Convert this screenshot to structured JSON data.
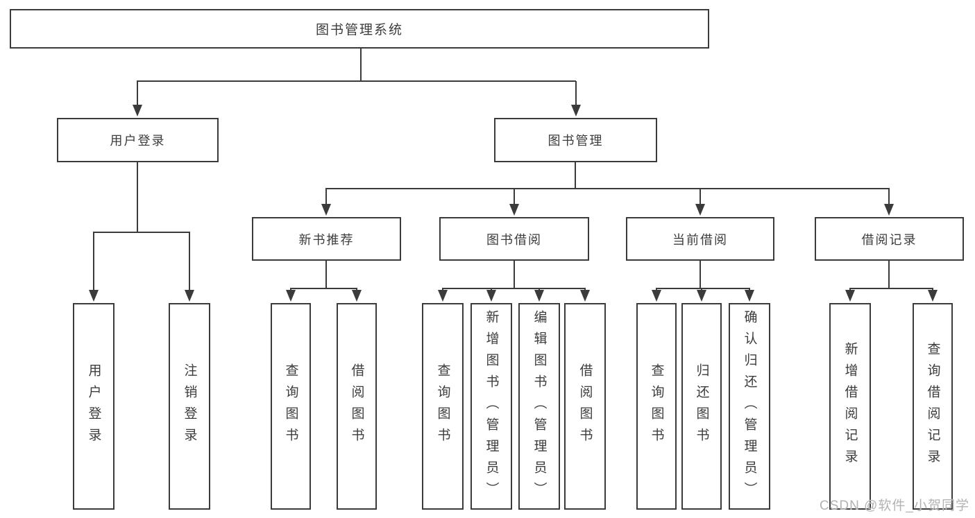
{
  "diagram_title": "图书管理系统",
  "tree": {
    "label": "图书管理系统",
    "children": [
      {
        "label": "用户登录",
        "children": [
          {
            "label": "用户登录"
          },
          {
            "label": "注销登录"
          }
        ]
      },
      {
        "label": "图书管理",
        "children": [
          {
            "label": "新书推荐",
            "children": [
              {
                "label": "查询图书"
              },
              {
                "label": "借阅图书"
              }
            ]
          },
          {
            "label": "图书借阅",
            "children": [
              {
                "label": "查询图书"
              },
              {
                "label": "新增图书（管理员）"
              },
              {
                "label": "编辑图书（管理员）"
              },
              {
                "label": "借阅图书"
              }
            ]
          },
          {
            "label": "当前借阅",
            "children": [
              {
                "label": "查询图书"
              },
              {
                "label": "归还图书"
              },
              {
                "label": "确认归还（管理员）"
              }
            ]
          },
          {
            "label": "借阅记录",
            "children": [
              {
                "label": "新增借阅记录"
              },
              {
                "label": "查询借阅记录"
              }
            ]
          }
        ]
      }
    ]
  },
  "watermark": {
    "text": "CSDN @软件_小贺同学"
  },
  "colors": {
    "line": "#3b3b3b",
    "box_border": "#3b3b3b",
    "text": "#3c3c3c",
    "watermark": "#b3b3b3",
    "background": "#ffffff"
  }
}
